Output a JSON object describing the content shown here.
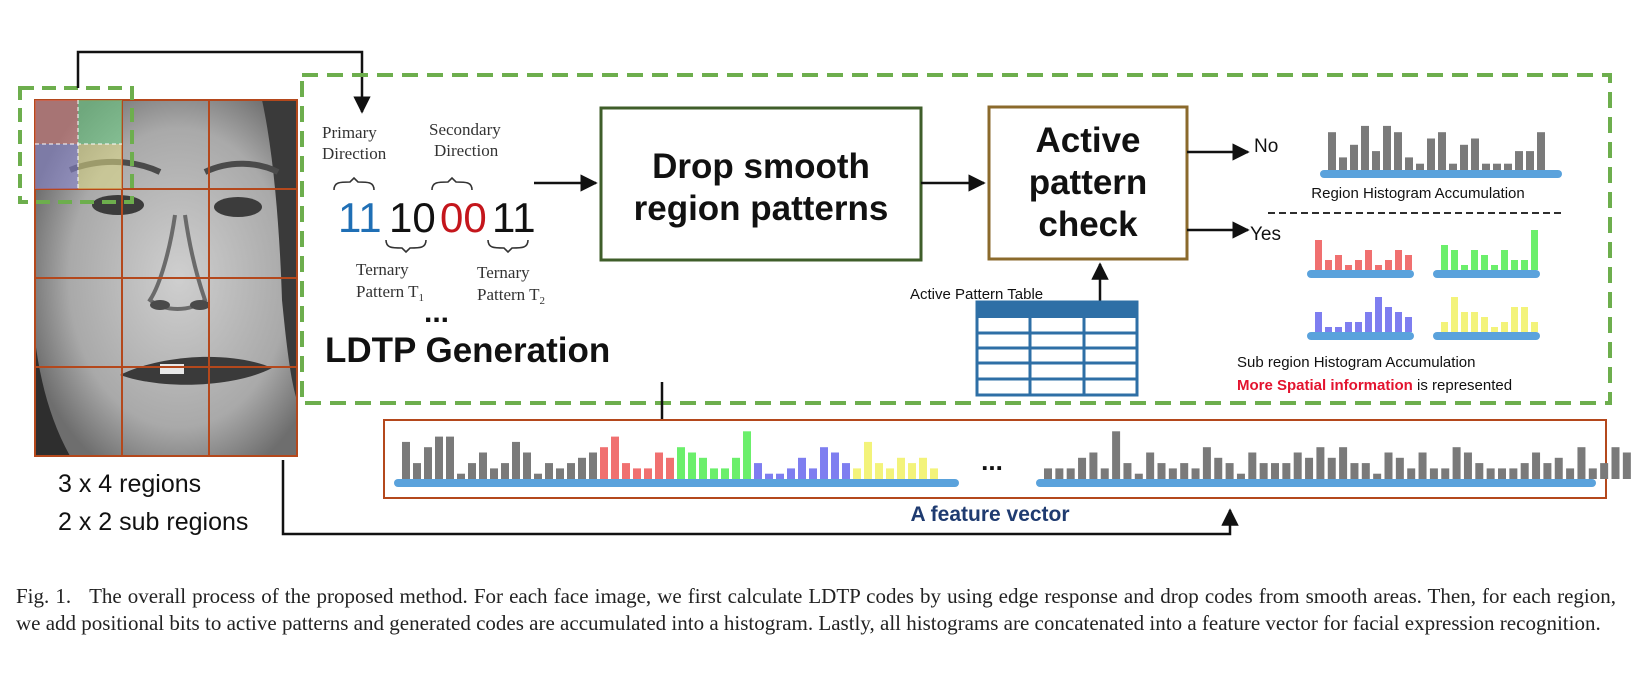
{
  "face": {
    "regions_label": "3 x 4 regions",
    "subregions_label": "2 x 2 sub regions",
    "subregion_colors": [
      "#d77a7a",
      "#6fcf87",
      "#8a86d6",
      "#e0dc86"
    ]
  },
  "ldtp": {
    "primary_label_1": "Primary",
    "primary_label_2": "Direction",
    "secondary_label_1": "Secondary",
    "secondary_label_2": "Direction",
    "code": [
      {
        "text": "11",
        "color": "#1f6fb5"
      },
      {
        "text": "10",
        "color": "#111111"
      },
      {
        "text": "00",
        "color": "#c4161c"
      },
      {
        "text": "11",
        "color": "#111111"
      }
    ],
    "ternary_1_line1": "Ternary",
    "ternary_1_line2": "Pattern T",
    "ternary_1_sub": "1",
    "ternary_2_line1": "Ternary",
    "ternary_2_line2": "Pattern T",
    "ternary_2_sub": "2",
    "ellipsis": "...",
    "title": "LDTP Generation"
  },
  "drop_box": {
    "line1": "Drop smooth",
    "line2": "region patterns"
  },
  "check_box": {
    "line1": "Active",
    "line2": "pattern",
    "line3": "check"
  },
  "active_table_label": "Active Pattern Table",
  "branches": {
    "no": "No",
    "yes": "Yes"
  },
  "region_hist": {
    "label": "Region Histogram Accumulation",
    "values": [
      6,
      2,
      4,
      7,
      3,
      7,
      6,
      2,
      1,
      5,
      6,
      1,
      4,
      5,
      1,
      1,
      1,
      3,
      3,
      6
    ]
  },
  "sub_hists": [
    {
      "color": "#f07070",
      "values": [
        6,
        2,
        3,
        1,
        2,
        4,
        1,
        2,
        4,
        3
      ]
    },
    {
      "color": "#6bef6b",
      "values": [
        5,
        4,
        1,
        4,
        3,
        1,
        4,
        2,
        2,
        8
      ]
    },
    {
      "color": "#7e7ef0",
      "values": [
        4,
        1,
        1,
        2,
        2,
        4,
        7,
        5,
        4,
        3
      ]
    },
    {
      "color": "#f3f37a",
      "values": [
        2,
        7,
        4,
        4,
        3,
        1,
        2,
        5,
        5,
        2
      ]
    }
  ],
  "sub_hist_label": "Sub region Histogram Accumulation",
  "spatial_note": {
    "highlight": "More Spatial information",
    "rest": " is represented",
    "highlight_color": "#e3132e"
  },
  "feature_vector": {
    "label": "A feature vector",
    "label_color": "#1f3b70",
    "ellipsis": "...",
    "segment1": [
      {
        "color": "#7a7a7a",
        "values": [
          7,
          3,
          6,
          8,
          8,
          1,
          3,
          5,
          2,
          3,
          7,
          5,
          1,
          3,
          2,
          3,
          4,
          5
        ]
      },
      {
        "color": "#f07070",
        "values": [
          6,
          8,
          3,
          2,
          2,
          5,
          4
        ]
      },
      {
        "color": "#6bef6b",
        "values": [
          6,
          5,
          4,
          2,
          2,
          4,
          9
        ]
      },
      {
        "color": "#7e7ef0",
        "values": [
          3,
          1,
          1,
          2,
          4,
          2,
          6,
          5,
          3
        ]
      },
      {
        "color": "#f3f37a",
        "values": [
          2,
          7,
          3,
          2,
          4,
          3,
          4,
          2
        ]
      }
    ],
    "segment2": {
      "color": "#7a7a7a",
      "values": [
        2,
        2,
        2,
        4,
        5,
        2,
        9,
        3,
        1,
        5,
        3,
        2,
        3,
        2,
        6,
        4,
        3,
        1,
        5,
        3,
        3,
        3,
        5,
        4,
        6,
        4,
        6,
        3,
        3,
        1,
        5,
        4,
        2,
        5,
        2,
        2,
        6,
        5,
        3,
        2,
        2,
        2,
        3,
        5,
        3,
        4,
        2,
        6,
        2,
        3,
        6,
        5,
        3,
        3,
        3,
        2,
        2,
        6,
        5,
        3,
        1
      ]
    }
  },
  "caption": {
    "fig_label": "Fig. 1.",
    "text": "The overall process of the proposed method. For each face image, we first calculate LDTP codes by using edge response and drop codes from smooth areas. Then, for each region, we add positional bits to active patterns and generated codes are accumulated into a histogram. Lastly, all histograms are concatenated into a feature vector for facial expression recognition."
  }
}
